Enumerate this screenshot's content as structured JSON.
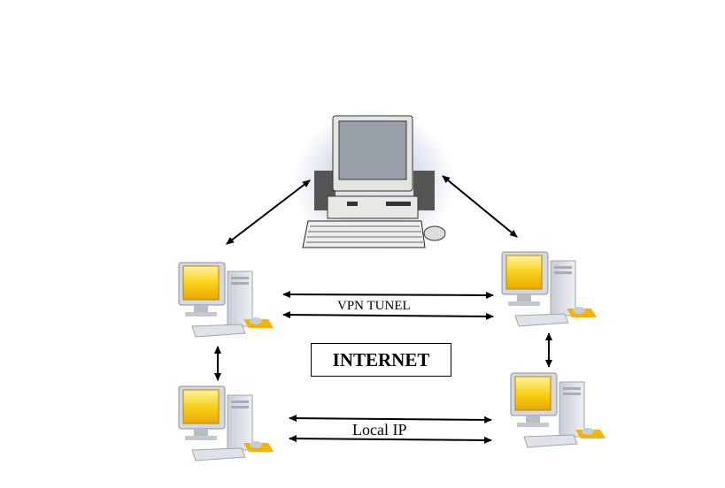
{
  "diagram": {
    "labels": {
      "vpn": "VPN TUNEL",
      "local_ip": "Local IP",
      "internet": "INTERNET"
    },
    "nodes": [
      {
        "id": "server",
        "icon": "server-computer-icon"
      },
      {
        "id": "client-top-left",
        "icon": "desktop-computer-icon"
      },
      {
        "id": "client-top-right",
        "icon": "desktop-computer-icon"
      },
      {
        "id": "client-bottom-left",
        "icon": "desktop-computer-icon"
      },
      {
        "id": "client-bottom-right",
        "icon": "desktop-computer-icon"
      }
    ],
    "colors": {
      "screen": "#f5c400",
      "line": "#000000"
    }
  }
}
